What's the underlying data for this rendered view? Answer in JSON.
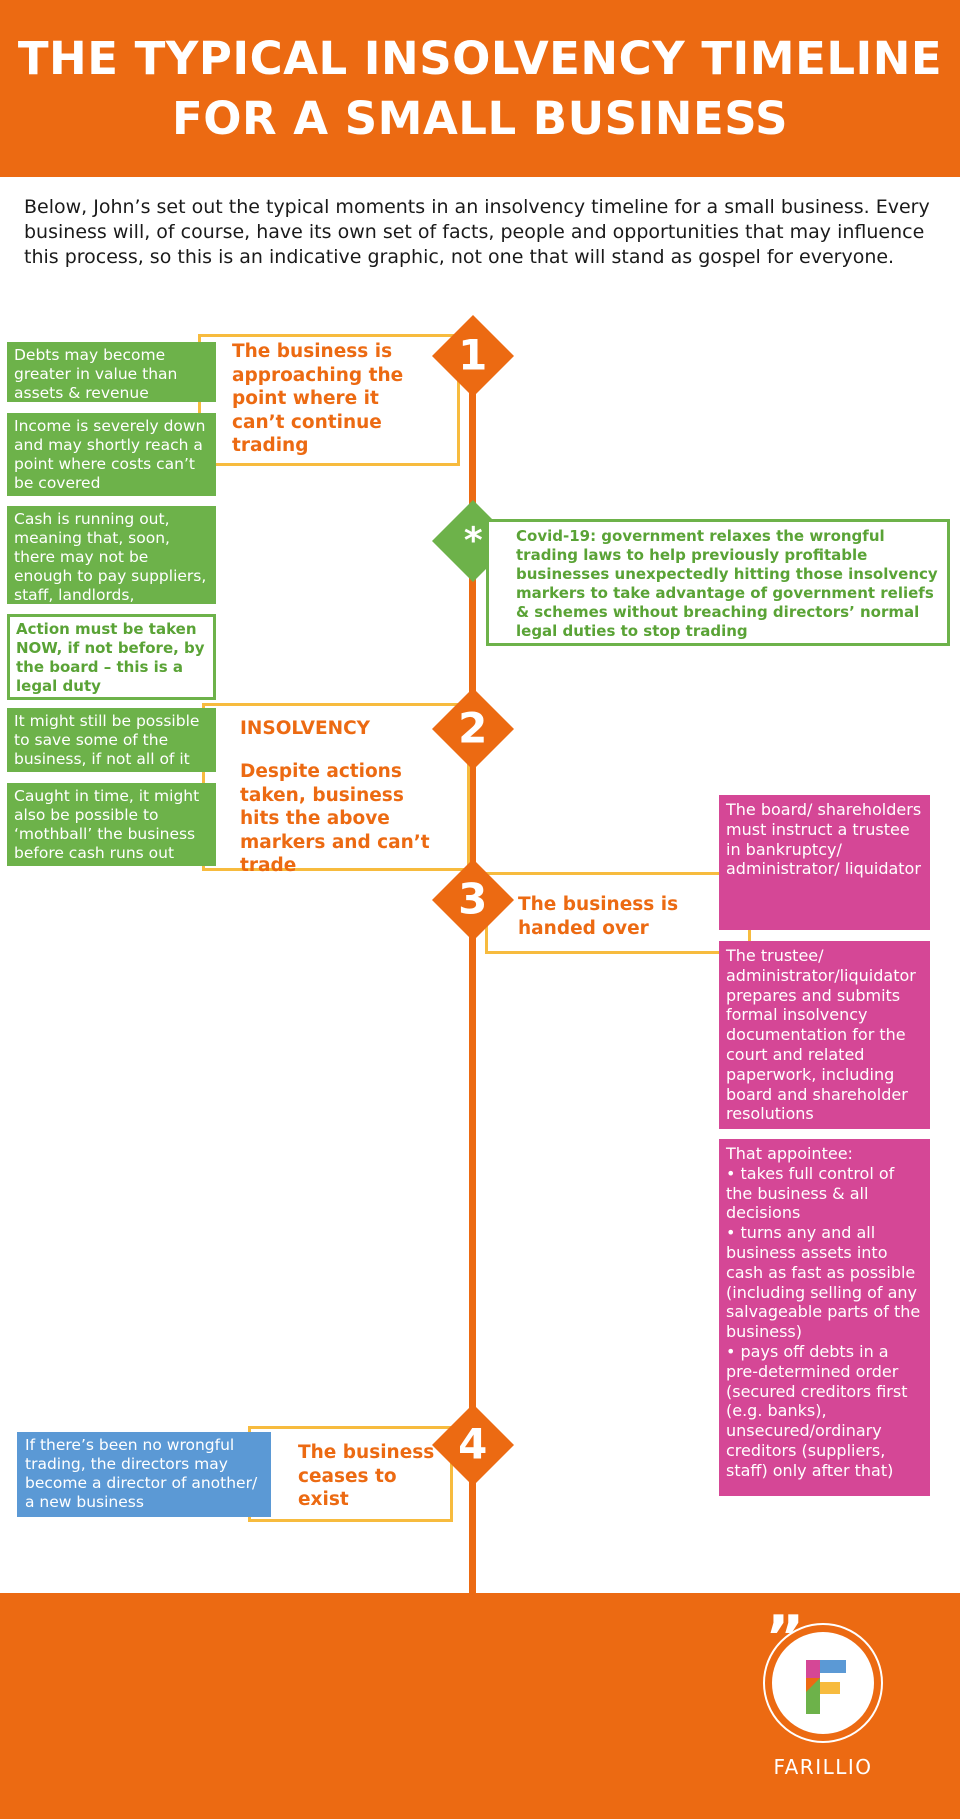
{
  "header": {
    "title_line1": "THE TYPICAL INSOLVENCY TIMELINE",
    "title_line2": "FOR A SMALL BUSINESS"
  },
  "intro": "Below, John’s set out the typical moments in an insolvency timeline for a small business. Every business will, of course, have its own set of facts, people and opportunities that may influence this process, so this is an indicative graphic, not one that will stand as gospel for everyone.",
  "stages": [
    {
      "number": "1",
      "text": "The business is approaching the point where it can’t continue trading",
      "notes": [
        "Debts may become greater in value than assets & revenue",
        "Income is severely down and may shortly reach a point where costs can’t be covered",
        "Cash is running out, meaning that, soon, there may not be enough to pay suppliers, staff, landlords, creditors, etc.",
        "Action must be taken NOW, if not before, by the board – this is a legal duty"
      ]
    },
    {
      "number": "*",
      "text": "Covid-19: government relaxes the wrongful trading laws to help previously profitable businesses unexpectedly hitting those insolvency markers to take advantage of government reliefs & schemes without breaching directors’ normal legal duties to stop trading"
    },
    {
      "number": "2",
      "heading": "INSOLVENCY",
      "text": "Despite actions taken, business hits the above markers and can’t trade",
      "notes": [
        "It might still be possible to save some of the business, if not all of it",
        "Caught in time, it might also be possible to ‘mothball’ the business before cash runs out"
      ]
    },
    {
      "number": "3",
      "text": "The business is handed over",
      "notes": [
        "The board/ shareholders must instruct a trustee in bankruptcy/ administrator/ liquidator",
        "The trustee/ administrator/liquidator prepares and submits formal insolvency documentation for the court and related paperwork, including board and shareholder resolutions"
      ],
      "appointee": {
        "intro": "That appointee:",
        "bullets": [
          "• takes full control of the business & all decisions",
          "• turns any and all business assets into cash as fast as possible (including selling of any salvageable parts of the business)",
          "• pays off debts in a pre-determined order (secured creditors first (e.g. banks), unsecured/ordinary creditors (suppliers, staff) only after that)"
        ]
      }
    },
    {
      "number": "4",
      "text": "The business ceases to exist",
      "notes": [
        "If there’s been no wrongful trading, the directors may become a director of another/ a new business"
      ]
    }
  ],
  "footer": {
    "brand": "FARILLIO",
    "logo_letter": "F",
    "logo_quote": "”"
  },
  "colors": {
    "orange": "#ec6a12",
    "yellow": "#f7bb3e",
    "green": "#6db24a",
    "pink": "#d54796",
    "blue": "#5b99d5"
  }
}
